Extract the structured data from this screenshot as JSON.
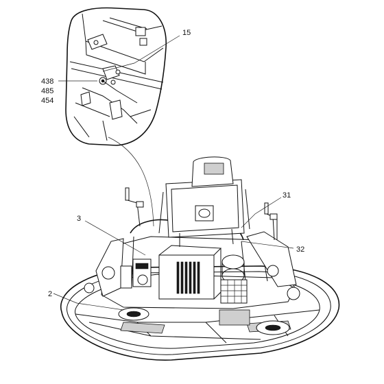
{
  "diagram": {
    "callouts": {
      "c15": "15",
      "c438": "438",
      "c485": "485",
      "c454": "454",
      "c31": "31",
      "c3": "3",
      "c32": "32",
      "c2": "2"
    }
  }
}
